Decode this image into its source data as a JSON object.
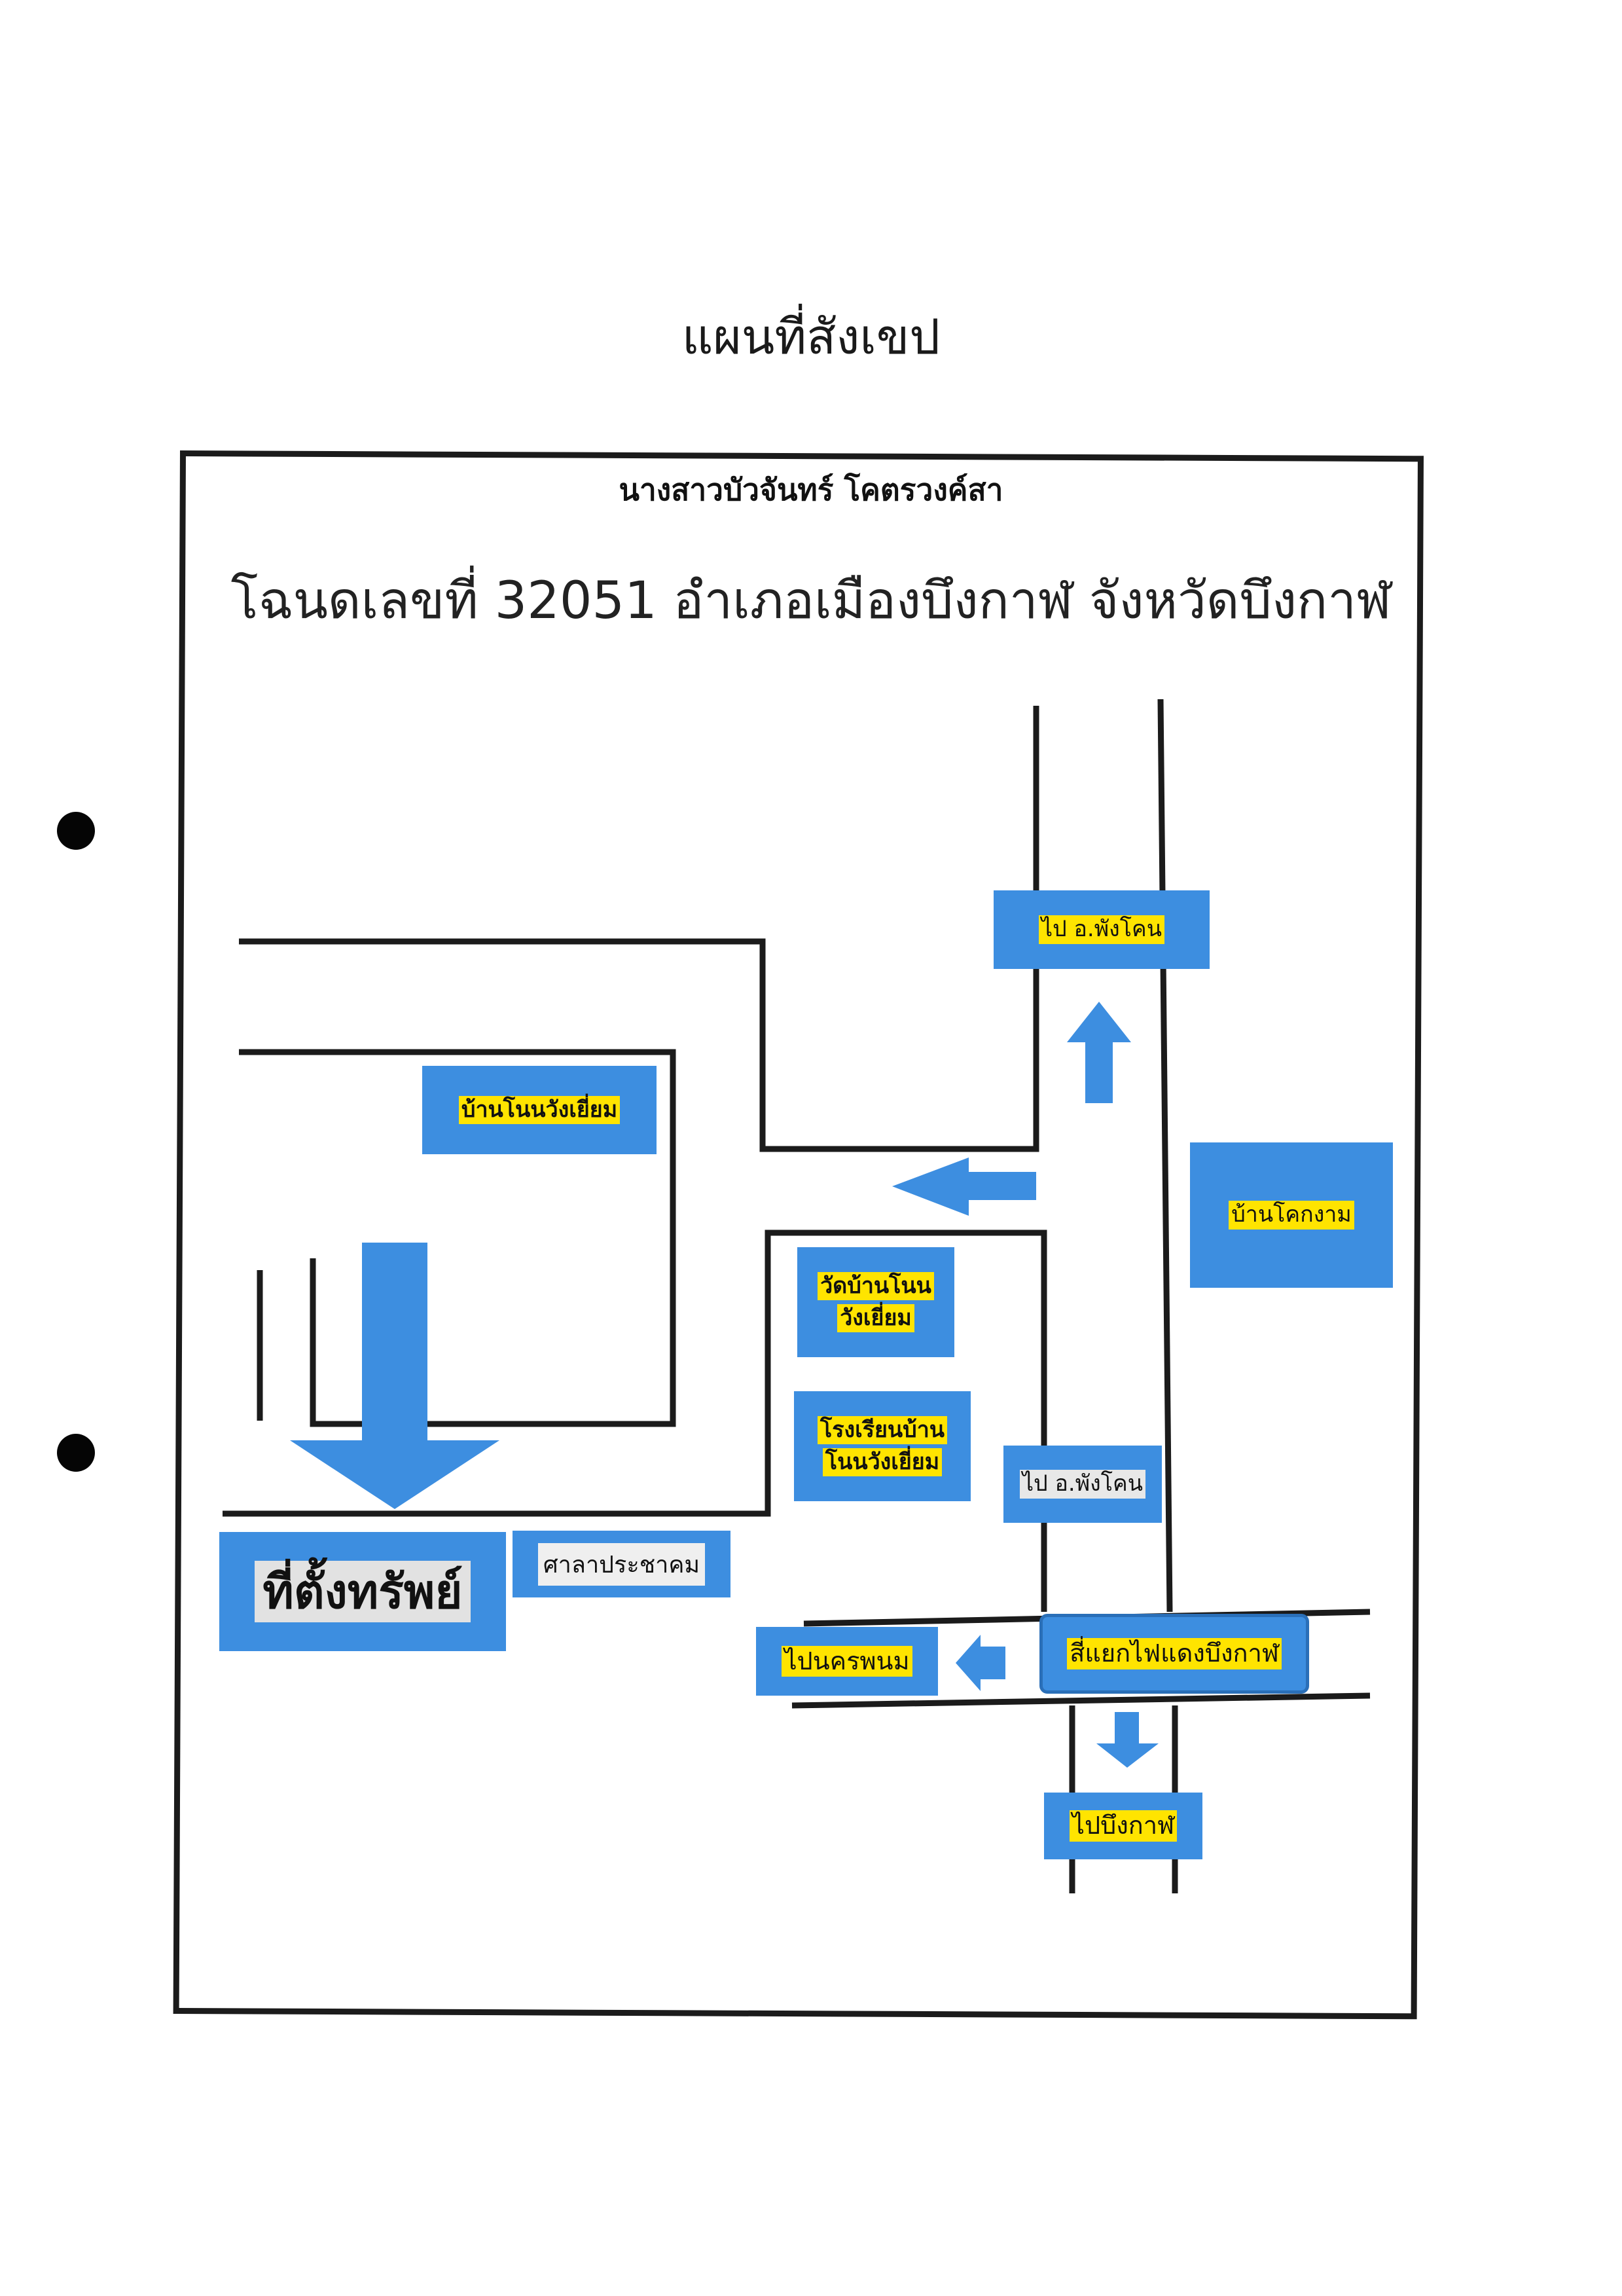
{
  "title": "แผนที่สังเขป",
  "owner": "นางสาวบัวจันทร์  โคตรวงค์สา",
  "deed": "โฉนดเลขที่ 32051 อำเภอเมืองบึงกาฬ จังหวัดบึงกาฬ",
  "places": {
    "to_phon_khon_top": "ไป อ.พังโคน",
    "ban_non_wang_iam": "บ้านโนนวังเยี่ยม",
    "ban_khok_ngam": "บ้านโคกงาม",
    "wat_line1": "วัดบ้านโนน",
    "wat_line2": "วังเยี่ยม",
    "school_line1": "โรงเรียนบ้าน",
    "school_line2": "โนนวังเยี่ยม",
    "to_phon_khon_mid": "ไป อ.พังโคน",
    "property": "ที่ตั้งทรัพย์",
    "sala": "ศาลาประชาคม",
    "intersection": "สี่แยกไฟแดงบึงกาฬ",
    "to_nakhon_phanom": "ไปนครพนม",
    "to_bueng_kan": "ไปบึงกาฬ"
  },
  "colors": {
    "label_blue": "#3d8ee0",
    "highlight_yellow": "#ffe400",
    "road_black": "#1b1b1b"
  }
}
